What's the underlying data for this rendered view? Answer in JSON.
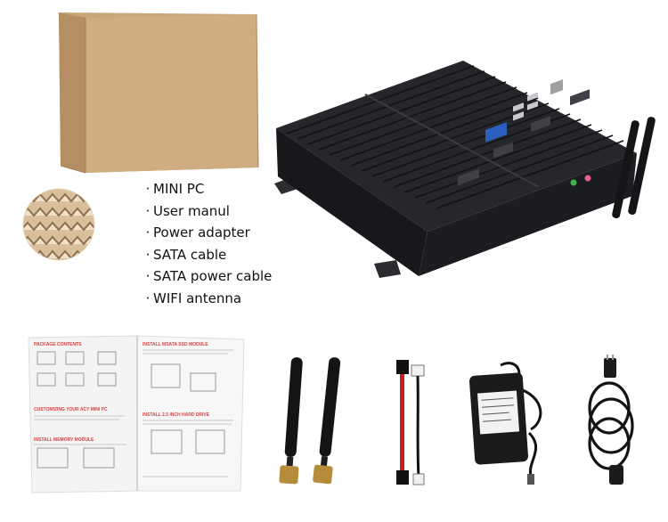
{
  "package_contents": {
    "bullet": "·",
    "items": [
      "MINI PC",
      "User manul",
      "Power adapter",
      "SATA cable",
      "SATA power cable",
      "WIFI antenna"
    ]
  },
  "manual": {
    "left_sections": [
      "PACKAGE CONTENTS",
      "CUSTOMIZING YOUR ACY MINI PC",
      "INSTALL MEMORY MODULE"
    ],
    "right_sections": [
      "INSTALL MSATA SSD MODULE",
      "INSTALL 2.5 INCH HARD DRIVE"
    ]
  },
  "colors": {
    "cardboard": "#c9a57a",
    "chassis": "#1c1d20",
    "accent_red": "#d04545",
    "sata_red": "#c81e1e"
  }
}
